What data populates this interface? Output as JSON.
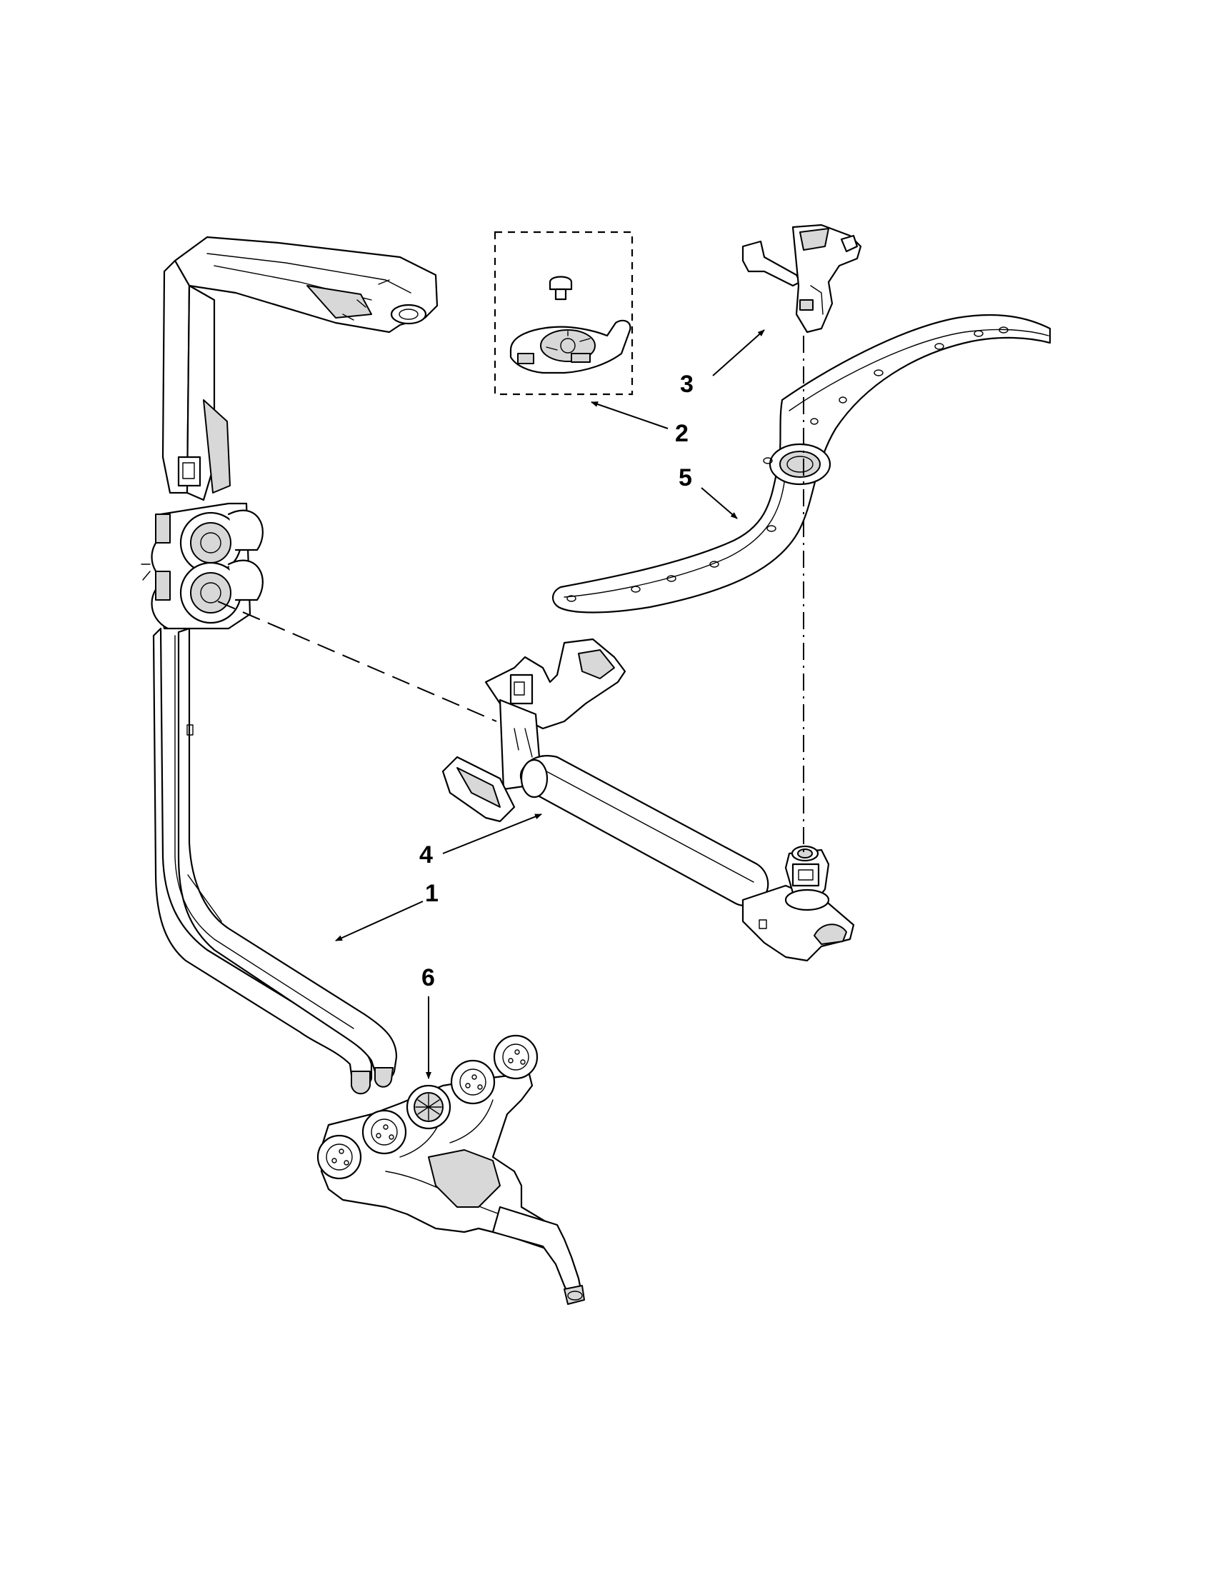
{
  "callouts": {
    "c1": "1",
    "c2": "2",
    "c3": "3",
    "c4": "4",
    "c5": "5",
    "c6": "6"
  },
  "colors": {
    "line": "#000000",
    "shade": "#d8d8d8",
    "background": "#ffffff"
  }
}
